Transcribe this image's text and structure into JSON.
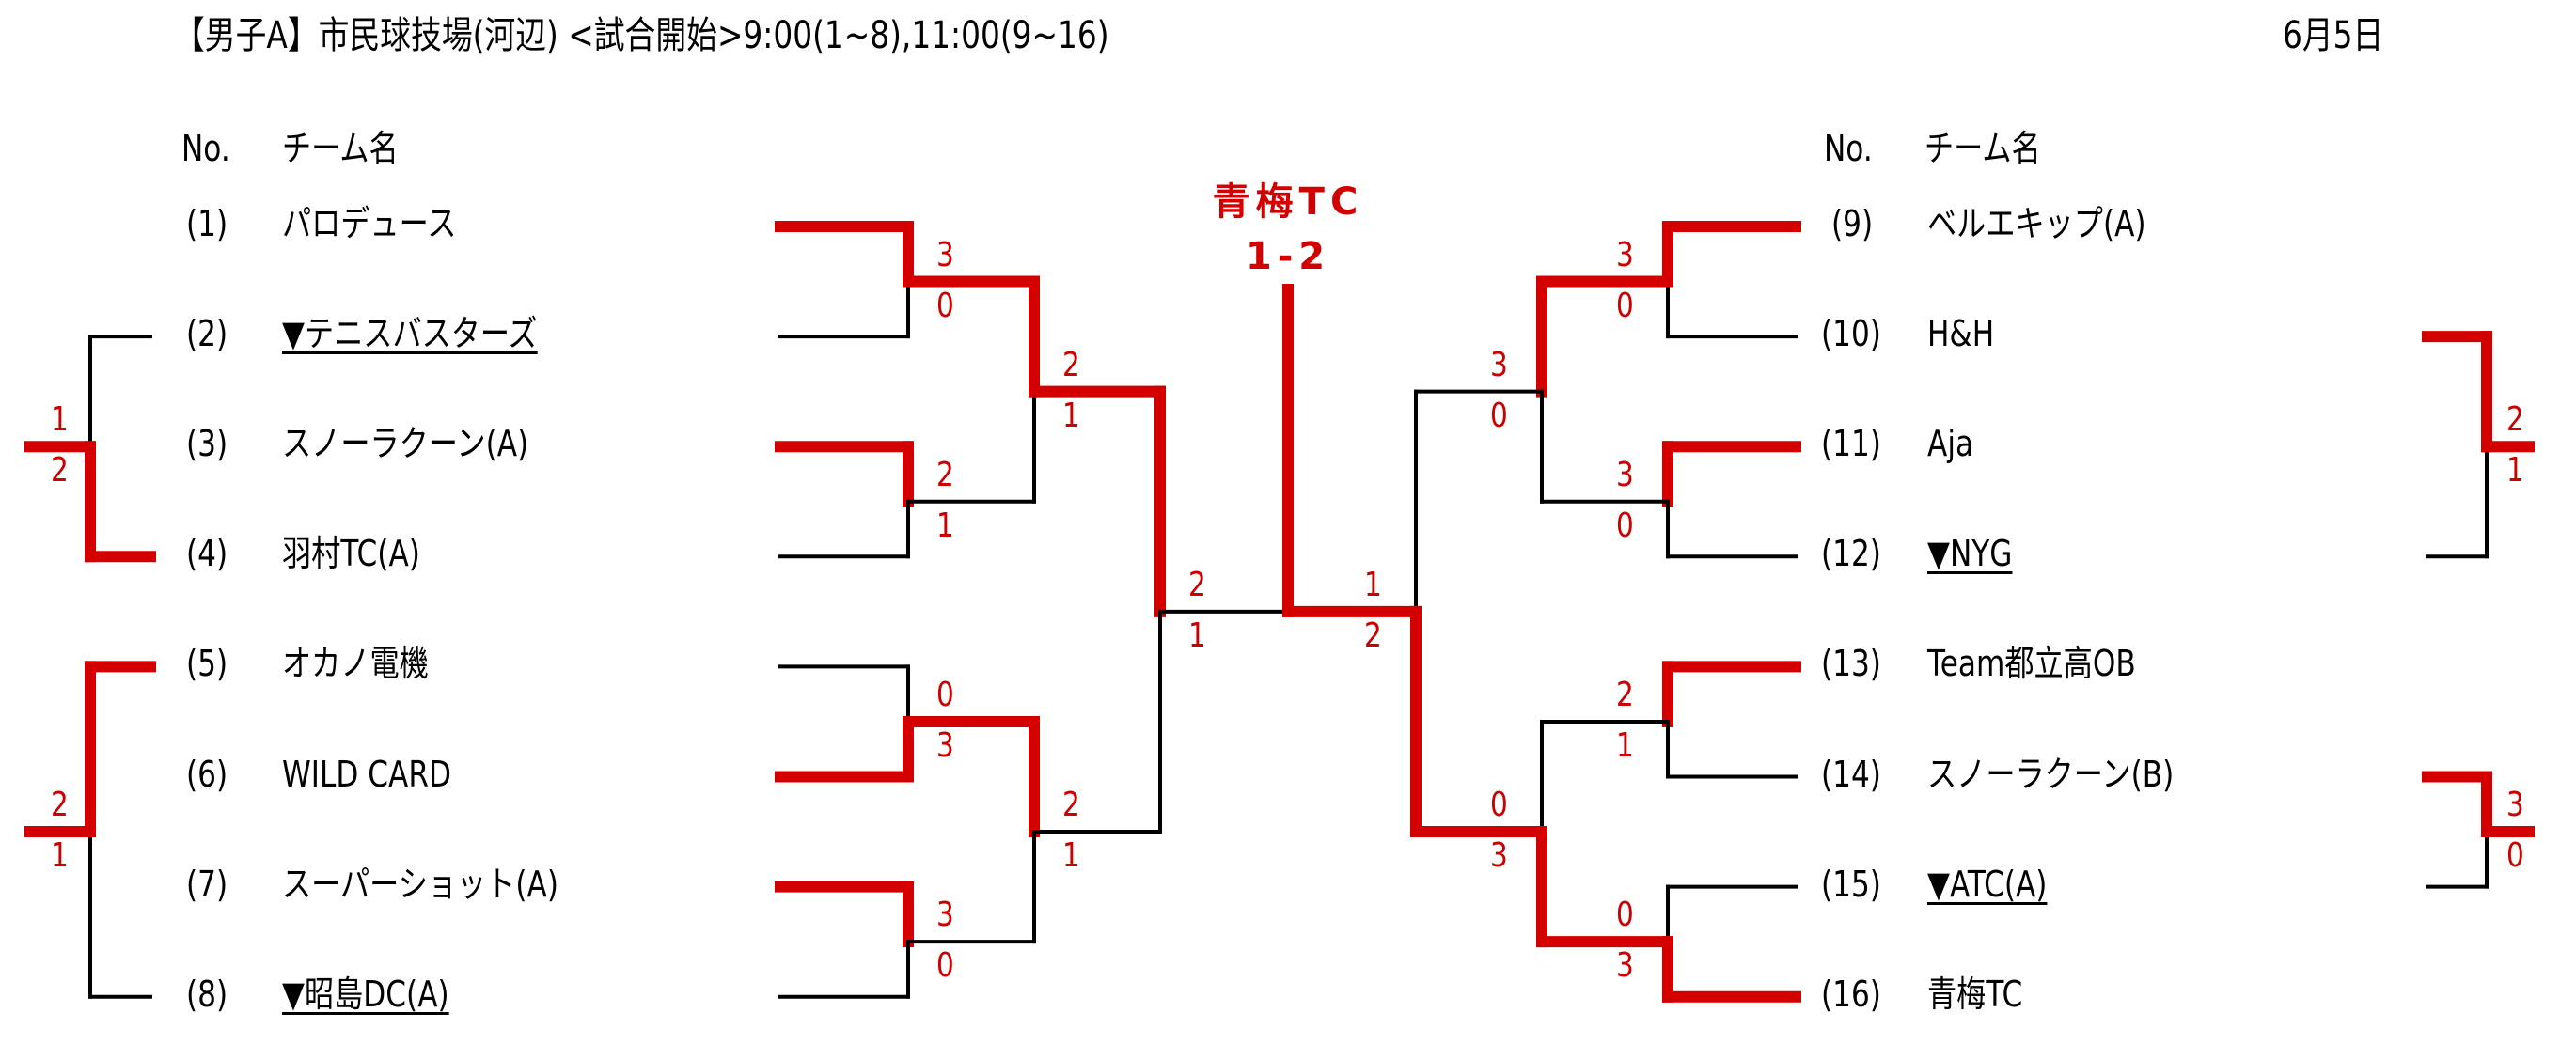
{
  "header": {
    "title": "【男子A】市民球技場(河辺) <試合開始>9:00(1~8),11:00(9~16)",
    "date": "6月5日"
  },
  "columns": {
    "left": {
      "no_label": "No.",
      "name_label": "チーム名"
    },
    "right": {
      "no_label": "No.",
      "name_label": "チーム名"
    }
  },
  "colors": {
    "winner_line": "#d40000",
    "loser_line": "#000000",
    "score_text": "#cc0000"
  },
  "legend_marker": "▼ (underlined) = withdrawn/absent team marker",
  "teams": [
    {
      "no": "(1)",
      "name": "パロデュース",
      "marked": false
    },
    {
      "no": "(2)",
      "name": "▼テニスバスターズ",
      "marked": true
    },
    {
      "no": "(3)",
      "name": "スノーラクーン(A)",
      "marked": false
    },
    {
      "no": "(4)",
      "name": "羽村TC(A)",
      "marked": false
    },
    {
      "no": "(5)",
      "name": "オカノ電機",
      "marked": false
    },
    {
      "no": "(6)",
      "name": "WILD CARD",
      "marked": false
    },
    {
      "no": "(7)",
      "name": "スーパーショット(A)",
      "marked": false
    },
    {
      "no": "(8)",
      "name": "▼昭島DC(A)",
      "marked": true
    },
    {
      "no": "(9)",
      "name": "ベルエキップ(A)",
      "marked": false
    },
    {
      "no": "(10)",
      "name": "H&H",
      "marked": false
    },
    {
      "no": "(11)",
      "name": "Aja",
      "marked": false
    },
    {
      "no": "(12)",
      "name": "▼NYG",
      "marked": true
    },
    {
      "no": "(13)",
      "name": "Team都立高OB",
      "marked": false
    },
    {
      "no": "(14)",
      "name": "スノーラクーン(B)",
      "marked": false
    },
    {
      "no": "(15)",
      "name": "▼ATC(A)",
      "marked": true
    },
    {
      "no": "(16)",
      "name": "青梅TC",
      "marked": false
    }
  ],
  "champion": {
    "name": "青梅TC",
    "final_score": "1-2"
  },
  "main_bracket": {
    "round1": [
      {
        "teams": [
          1,
          2
        ],
        "scores": [
          "3",
          "0"
        ],
        "winner": 0
      },
      {
        "teams": [
          3,
          4
        ],
        "scores": [
          "2",
          "1"
        ],
        "winner": 0
      },
      {
        "teams": [
          5,
          6
        ],
        "scores": [
          "0",
          "3"
        ],
        "winner": 1
      },
      {
        "teams": [
          7,
          8
        ],
        "scores": [
          "3",
          "0"
        ],
        "winner": 0
      },
      {
        "teams": [
          9,
          10
        ],
        "scores": [
          "3",
          "0"
        ],
        "winner": 0
      },
      {
        "teams": [
          11,
          12
        ],
        "scores": [
          "3",
          "0"
        ],
        "winner": 0
      },
      {
        "teams": [
          13,
          14
        ],
        "scores": [
          "2",
          "1"
        ],
        "winner": 0
      },
      {
        "teams": [
          15,
          16
        ],
        "scores": [
          "0",
          "3"
        ],
        "winner": 1
      }
    ],
    "round2": [
      {
        "scores": [
          "2",
          "1"
        ],
        "winner": 0
      },
      {
        "scores": [
          "2",
          "1"
        ],
        "winner": 0
      },
      {
        "scores": [
          "3",
          "0"
        ],
        "winner": 0
      },
      {
        "scores": [
          "0",
          "3"
        ],
        "winner": 1
      }
    ],
    "semifinal": [
      {
        "scores": [
          "2",
          "1"
        ],
        "winner": 0
      },
      {
        "scores": [
          "1",
          "2"
        ],
        "winner": 1
      }
    ],
    "final": {
      "winner_side": "right"
    }
  },
  "consolation": [
    {
      "side": "left",
      "teams": [
        2,
        4
      ],
      "scores": [
        "1",
        "2"
      ],
      "winner": 1
    },
    {
      "side": "left",
      "teams": [
        5,
        8
      ],
      "scores": [
        "2",
        "1"
      ],
      "winner": 0
    },
    {
      "side": "right",
      "teams": [
        10,
        12
      ],
      "scores": [
        "2",
        "1"
      ],
      "winner": 0
    },
    {
      "side": "right",
      "teams": [
        14,
        15
      ],
      "scores": [
        "3",
        "0"
      ],
      "winner": 0
    }
  ]
}
